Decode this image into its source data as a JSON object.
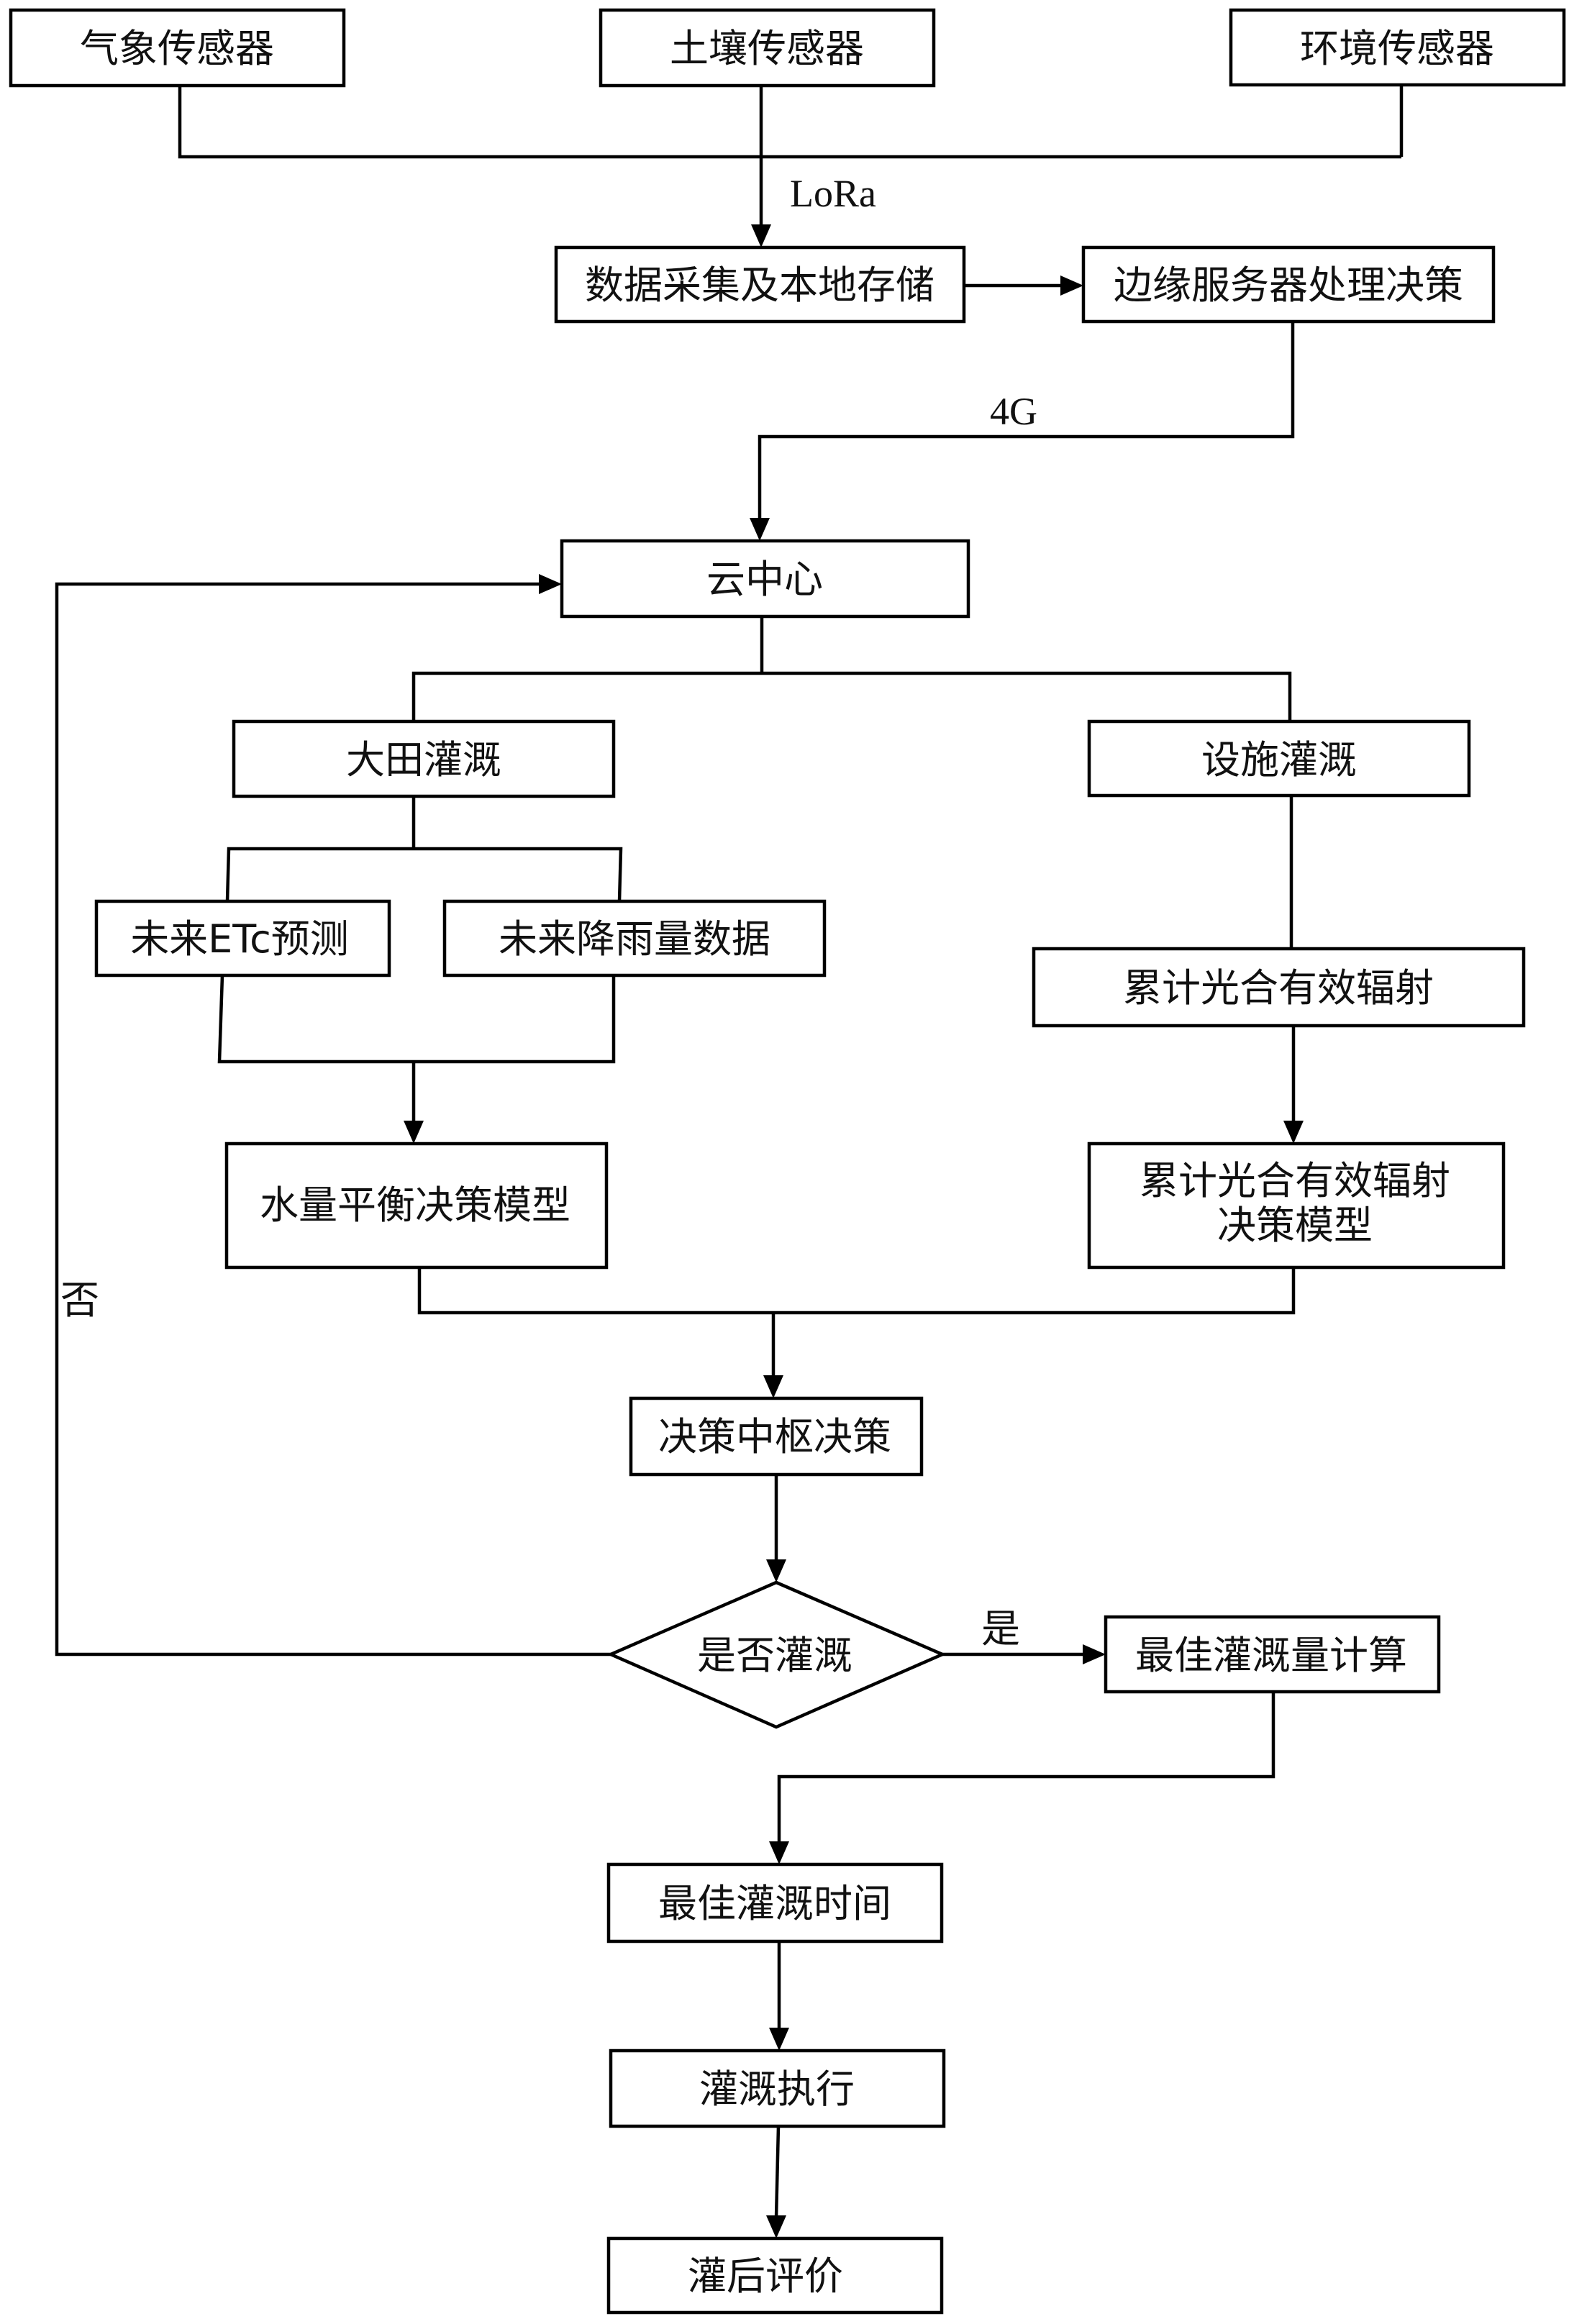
{
  "diagram": {
    "type": "flowchart",
    "nodes": {
      "weather_sensor": {
        "label": "气象传感器",
        "shape": "rect"
      },
      "soil_sensor": {
        "label": "土壤传感器",
        "shape": "rect"
      },
      "env_sensor": {
        "label": "环境传感器",
        "shape": "rect"
      },
      "data_collection": {
        "label": "数据采集及本地存储",
        "shape": "rect"
      },
      "edge_server": {
        "label": "边缘服务器处理决策",
        "shape": "rect"
      },
      "cloud_center": {
        "label": "云中心",
        "shape": "rect"
      },
      "field_irrigation": {
        "label": "大田灌溉",
        "shape": "rect"
      },
      "facility_irrigation": {
        "label": "设施灌溉",
        "shape": "rect"
      },
      "etc_forecast": {
        "label": "未来ETc预测",
        "shape": "rect"
      },
      "rainfall_data": {
        "label": "未来降雨量数据",
        "shape": "rect"
      },
      "par_accum": {
        "label": "累计光合有效辐射",
        "shape": "rect"
      },
      "water_balance_model": {
        "label": "水量平衡决策模型",
        "shape": "rect"
      },
      "par_model": {
        "label_line1": "累计光合有效辐射",
        "label_line2": "决策模型",
        "shape": "rect"
      },
      "decision_hub": {
        "label": "决策中枢决策",
        "shape": "rect"
      },
      "irrigate_decision": {
        "label": "是否灌溉",
        "shape": "diamond"
      },
      "best_amount": {
        "label": "最佳灌溉量计算",
        "shape": "rect"
      },
      "best_time": {
        "label": "最佳灌溉时间",
        "shape": "rect"
      },
      "irrigation_exec": {
        "label": "灌溉执行",
        "shape": "rect"
      },
      "post_eval": {
        "label": "灌后评价",
        "shape": "rect"
      }
    },
    "edge_labels": {
      "lora": "LoRa",
      "fourg": "4G",
      "yes": "是",
      "no": "否"
    },
    "edges": [
      {
        "from": "weather_sensor",
        "to": "data_collection",
        "label": "LoRa"
      },
      {
        "from": "soil_sensor",
        "to": "data_collection",
        "label": "LoRa"
      },
      {
        "from": "env_sensor",
        "to": "data_collection",
        "label": "LoRa"
      },
      {
        "from": "data_collection",
        "to": "edge_server"
      },
      {
        "from": "edge_server",
        "to": "cloud_center",
        "label": "4G"
      },
      {
        "from": "cloud_center",
        "to": "field_irrigation"
      },
      {
        "from": "cloud_center",
        "to": "facility_irrigation"
      },
      {
        "from": "field_irrigation",
        "to": "etc_forecast"
      },
      {
        "from": "field_irrigation",
        "to": "rainfall_data"
      },
      {
        "from": "etc_forecast",
        "to": "water_balance_model"
      },
      {
        "from": "rainfall_data",
        "to": "water_balance_model"
      },
      {
        "from": "facility_irrigation",
        "to": "par_accum"
      },
      {
        "from": "par_accum",
        "to": "par_model"
      },
      {
        "from": "water_balance_model",
        "to": "decision_hub"
      },
      {
        "from": "par_model",
        "to": "decision_hub"
      },
      {
        "from": "decision_hub",
        "to": "irrigate_decision"
      },
      {
        "from": "irrigate_decision",
        "to": "best_amount",
        "label": "是"
      },
      {
        "from": "irrigate_decision",
        "to": "cloud_center",
        "label": "否"
      },
      {
        "from": "best_amount",
        "to": "best_time"
      },
      {
        "from": "best_time",
        "to": "irrigation_exec"
      },
      {
        "from": "irrigation_exec",
        "to": "post_eval"
      }
    ]
  }
}
